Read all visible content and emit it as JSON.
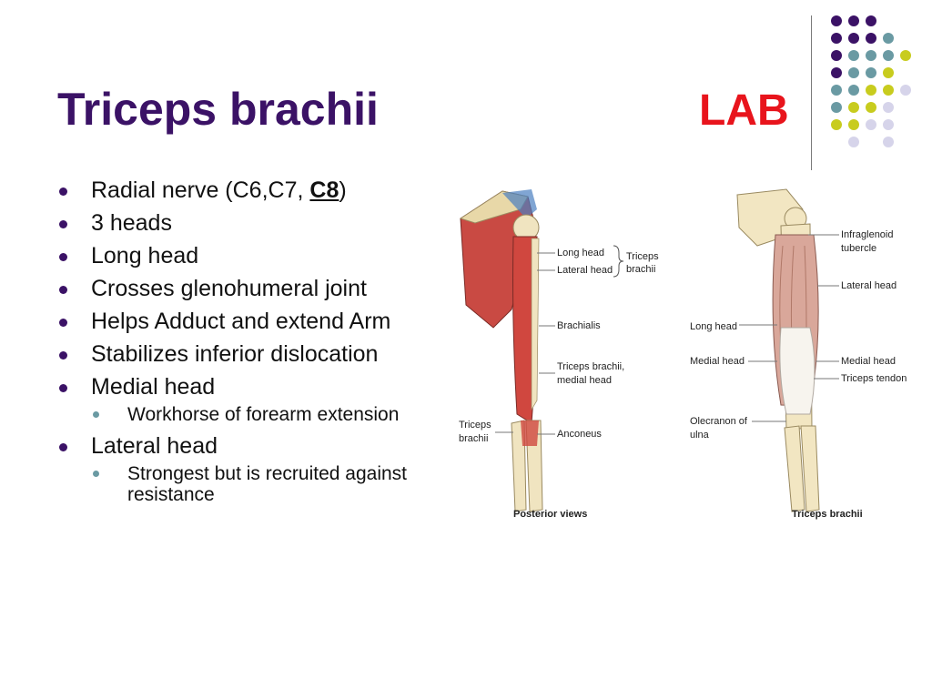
{
  "slide": {
    "title": "Triceps brachii",
    "tag": "LAB"
  },
  "bullets": {
    "b1_prefix": "Radial nerve (C6,C7, ",
    "b1_bold": "C8",
    "b1_suffix": ")",
    "b2": "3 heads",
    "b3": "Long head",
    "b4": "Crosses glenohumeral joint",
    "b5": "Helps Adduct and extend Arm",
    "b6": "Stabilizes inferior dislocation",
    "b7": "Medial head",
    "b7_sub": "Workhorse of forearm extension",
    "b8": "Lateral head",
    "b8_sub": "Strongest but is recruited against resistance"
  },
  "figure_left": {
    "long_head": "Long head",
    "lateral_head": "Lateral head",
    "triceps_brachii_1": "Triceps",
    "triceps_brachii_2": "brachii",
    "brachialis": "Brachialis",
    "triceps_medial_1": "Triceps brachii,",
    "triceps_medial_2": "medial head",
    "anconeus": "Anconeus",
    "left_triceps_1": "Triceps",
    "left_triceps_2": "brachii",
    "caption": "Posterior views"
  },
  "figure_right": {
    "infraglenoid_1": "Infraglenoid",
    "infraglenoid_2": "tubercle",
    "lateral_head": "Lateral head",
    "long_head": "Long head",
    "medial_head_left": "Medial head",
    "medial_head_right": "Medial head",
    "triceps_tendon": "Triceps tendon",
    "olecranon_1": "Olecranon of",
    "olecranon_2": "ulna",
    "caption": "Triceps brachii"
  },
  "theme": {
    "title_color": "#3b1266",
    "tag_color": "#e8141c",
    "dot_colors": [
      "#3b1266",
      "#6a9aa3",
      "#c8cc1e",
      "#d6d4ea"
    ]
  }
}
